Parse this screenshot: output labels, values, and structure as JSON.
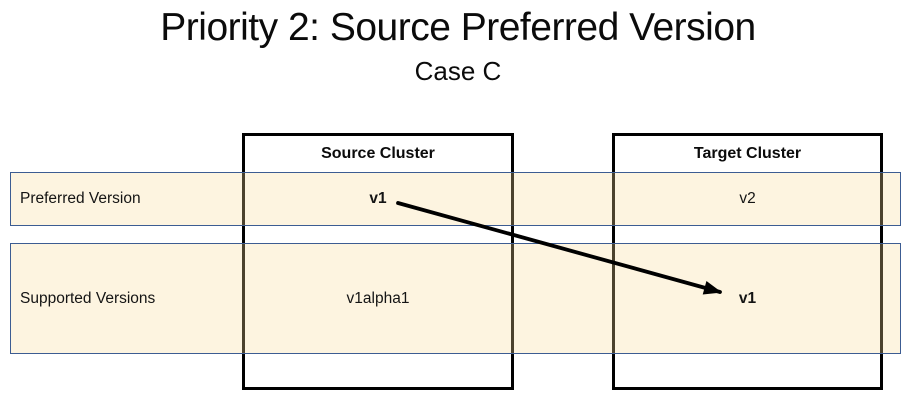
{
  "title": "Priority 2: Source Preferred Version",
  "subtitle": "Case C",
  "table": {
    "columns": [
      {
        "header": "Source Cluster"
      },
      {
        "header": "Target Cluster"
      }
    ],
    "rows": [
      {
        "label": "Preferred Version",
        "source": "v1",
        "target": "v2"
      },
      {
        "label": "Supported Versions",
        "source": "v1alpha1",
        "target": "v1"
      }
    ]
  },
  "arrow": {
    "from": "Source Cluster / Preferred Version (v1)",
    "to": "Target Cluster / Supported Versions (v1)"
  },
  "colors": {
    "band_fill": "#FDF5E5",
    "band_border": "#3C5C92",
    "box_border": "#000000",
    "arrow": "#000000",
    "text": "#111111"
  }
}
